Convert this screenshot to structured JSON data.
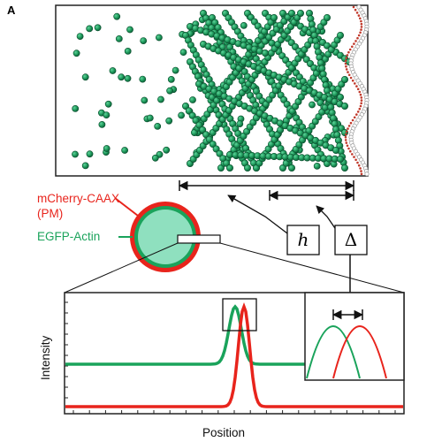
{
  "panel_label": "A",
  "legend": {
    "membrane_label_line1": "mCherry-CAAX",
    "membrane_label_line2": "(PM)",
    "actin_label": "EGFP-Actin"
  },
  "symbols": {
    "h": "h",
    "delta": "Δ"
  },
  "plot": {
    "xlabel": "Position",
    "ylabel": "Intensity"
  },
  "colors": {
    "actin_green": "#1aa35b",
    "bead_green": "#1f9a5c",
    "membrane_red": "#e8241c",
    "cell_fill": "#8fe0bf",
    "frame": "#222222"
  }
}
